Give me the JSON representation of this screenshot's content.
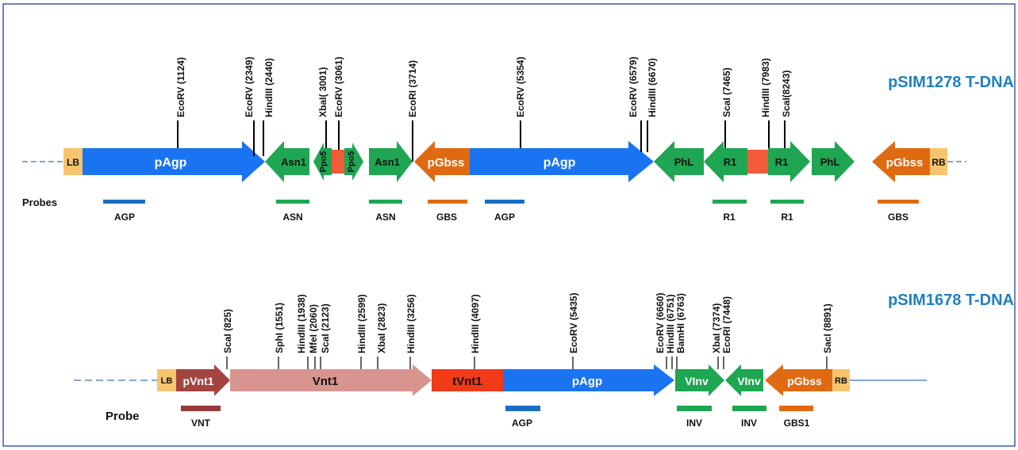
{
  "colors": {
    "frame": "#3a5fa8",
    "title": "#1f7fc4",
    "blue": "#1a73f0",
    "green": "#1ea652",
    "orange": "#e06a12",
    "red_small": "#f25a38",
    "border_tan": "#f7c46e",
    "maroon": "#a34440",
    "pink": "#d89590",
    "tvnt_red": "#f03a18",
    "probe_blue": "#1a6dc4",
    "probe_green": "#1ea652",
    "probe_orange": "#e06a12",
    "probe_maroon": "#963a3a",
    "dash": "#3a6fb8"
  },
  "panel1": {
    "title": "pSIM1278 T-DNA",
    "probes_header": "Probes",
    "borders": {
      "left": "LB",
      "right": "RB"
    },
    "elements": {
      "pagp1": "pAgp",
      "asn1a": "Asn1",
      "ppo5a": "Ppo5",
      "ppo5b": "Ppo5",
      "asn1b": "Asn1",
      "pgbss1": "pGbss",
      "pagp2": "pAgp",
      "phl1": "PhL",
      "r1a": "R1",
      "r1b": "R1",
      "phl2": "PhL",
      "pgbss2": "pGbss"
    },
    "sites": [
      "EcoRV (1124)",
      "EcoRV (2349)",
      "HindIII (2440)",
      "XbaI( 3001)",
      "EcoRV (3061)",
      "EcoRI (3714)",
      "EcoRV (5354)",
      "EcoRV (6579)",
      "HindIII (6670)",
      "ScaI (7465)",
      "HindIII (7983)",
      "ScaI(8243)"
    ],
    "probes": [
      "AGP",
      "ASN",
      "ASN",
      "GBS",
      "AGP",
      "R1",
      "R1",
      "GBS"
    ]
  },
  "panel2": {
    "title": "pSIM1678 T-DNA",
    "probes_header": "Probe",
    "borders": {
      "left": "LB",
      "right": "RB"
    },
    "elements": {
      "pvnt1": "pVnt1",
      "vnt1": "Vnt1",
      "tvnt1": "tVnt1",
      "pagp": "pAgp",
      "vinv1": "VInv",
      "vinv2": "VInv",
      "pgbss": "pGbss"
    },
    "sites": [
      "ScaI (825)",
      "SphI (1551)",
      "HindIII (1938)",
      "MfeI (2060)",
      "ScaI (2123)",
      "HindIII (2599)",
      "XbaI (2823)",
      "HindIII (3256)",
      "HindIII (4097)",
      "EcoRV (5435)",
      "EcoRV (6660)",
      "HindIII (6751)",
      "BamHI (6763)",
      "XbaI (7374)",
      "EcoRI (7448)",
      "SacI (8891)"
    ],
    "probes": [
      "VNT",
      "AGP",
      "INV",
      "INV",
      "GBS1"
    ]
  }
}
